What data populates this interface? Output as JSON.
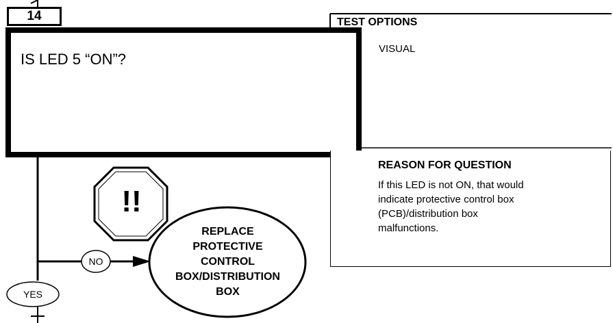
{
  "step": {
    "number": "14"
  },
  "question": {
    "text": "IS LED 5 “ON”?"
  },
  "test_options": {
    "title": "TEST OPTIONS",
    "value": "VISUAL"
  },
  "reason": {
    "title": "REASON FOR QUESTION",
    "lines": [
      "If this LED is not ON, that would",
      "indicate protective control box",
      "(PCB)/distribution box",
      "malfunctions."
    ]
  },
  "warning": {
    "symbol": "!!",
    "icon": "octagon-warning-icon"
  },
  "branches": {
    "no_label": "NO",
    "yes_label": "YES"
  },
  "action": {
    "lines": [
      "REPLACE",
      "PROTECTIVE",
      "CONTROL",
      "BOX/DISTRIBUTION",
      "BOX"
    ]
  }
}
